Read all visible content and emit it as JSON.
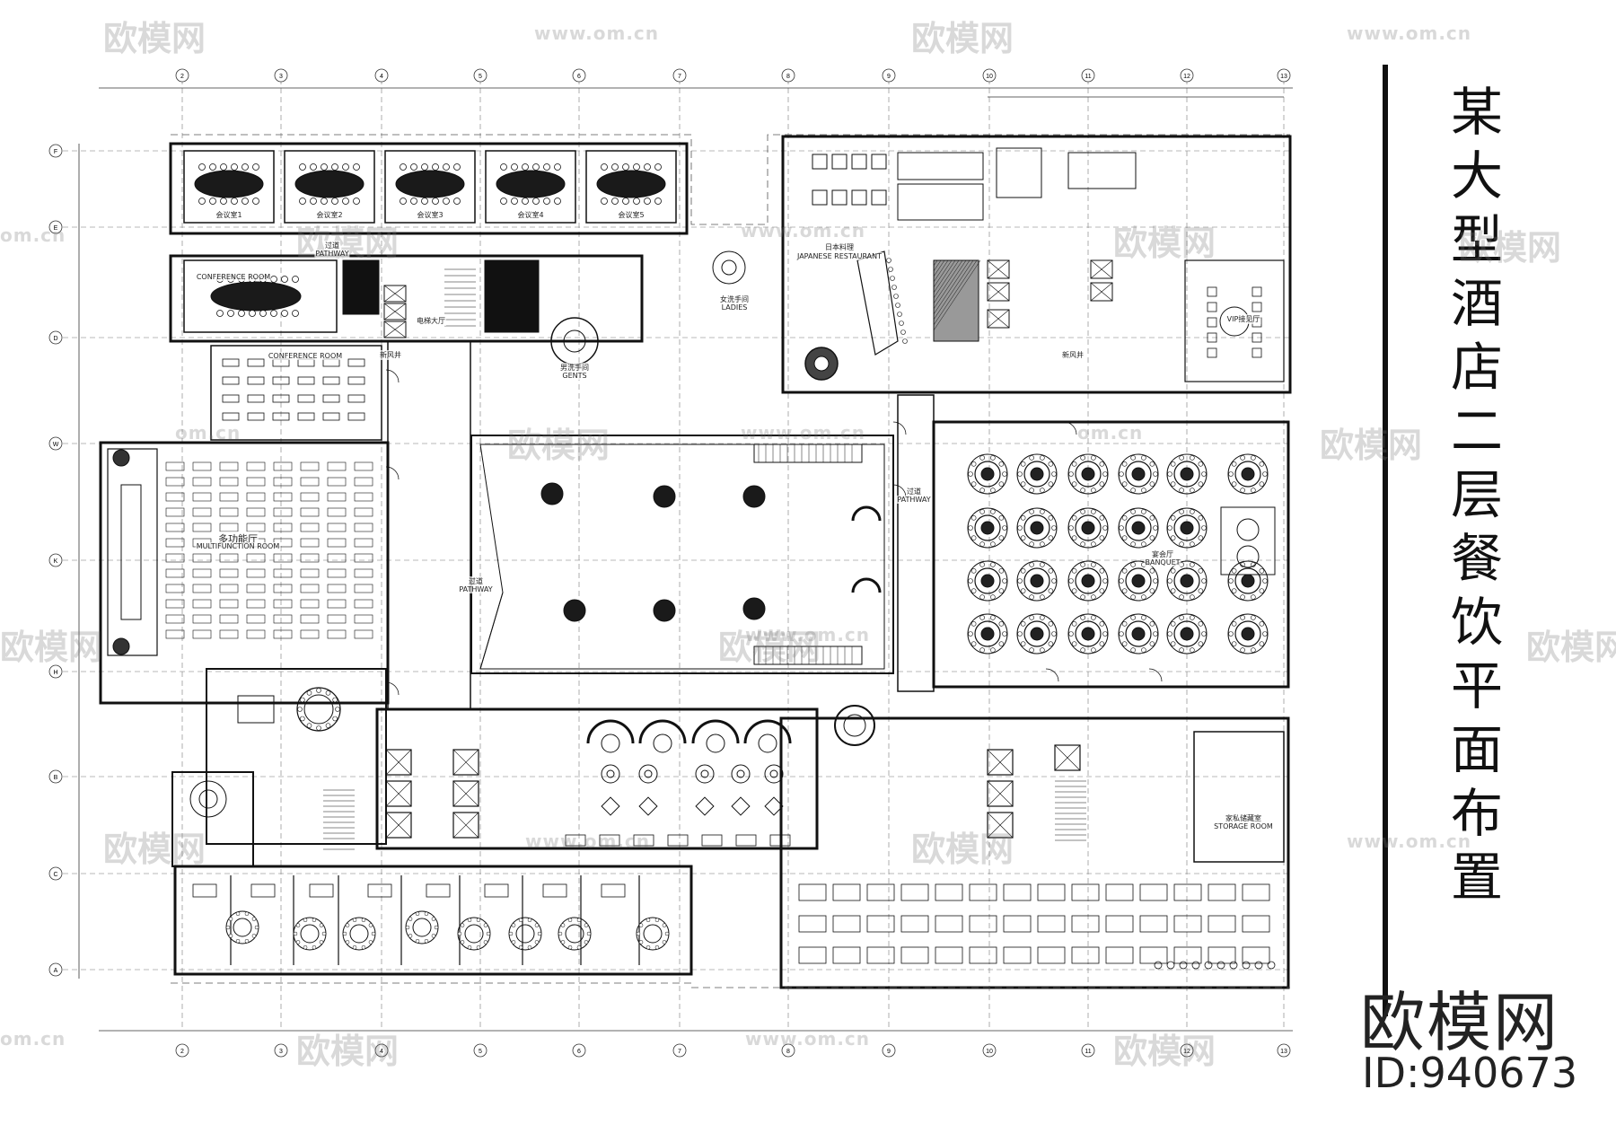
{
  "title": {
    "chars": [
      "某",
      "大",
      "型",
      "酒",
      "店",
      "二",
      "层",
      "餐",
      "饮",
      "平",
      "面",
      "布",
      "置"
    ]
  },
  "brand": "欧模网",
  "id_label": "ID:940673",
  "watermark": {
    "logo_text": "欧模网",
    "url_text": "www.om.cn",
    "partial_url": "om.cn"
  },
  "grid": {
    "columns": [
      "2",
      "3",
      "4",
      "5",
      "6",
      "7",
      "8",
      "9",
      "10",
      "11",
      "12",
      "13"
    ],
    "rows": [
      "F",
      "E",
      "D",
      "W",
      "K",
      "H",
      "B",
      "C",
      "A"
    ]
  },
  "rooms": {
    "conference_1": "会议室1",
    "conference_2": "会议室2",
    "conference_3": "会议室3",
    "conference_4": "会议室4",
    "conference_5": "会议室5",
    "conference_room_en": "CONFERENCE ROOM",
    "pathway_cn": "过道",
    "pathway_en": "PATHWAY",
    "multifunction_cn": "多功能厅",
    "multifunction_en": "MULTIFUNCTION ROOM",
    "ladies_cn": "女洗手间",
    "ladies_en": "LADIES",
    "gents_cn": "男洗手间",
    "gents_en": "GENTS",
    "japanese_cn": "日本料理",
    "japanese_en": "JAPANESE RESTAURANT",
    "banquet_cn": "宴会厅",
    "banquet_en": "BANQUET",
    "storage_cn": "家私储藏室",
    "storage_en": "STORAGE ROOM",
    "elevator_lobby": "电梯大厅",
    "vip_hall": "VIP接见厅",
    "fresh_air": "新风井"
  }
}
